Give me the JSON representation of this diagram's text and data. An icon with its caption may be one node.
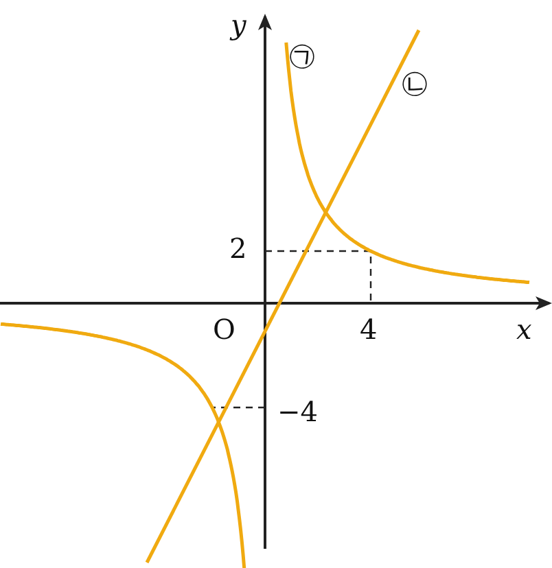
{
  "diagram": {
    "labels": [
      "y",
      "㉠",
      "㉡",
      "2",
      "4",
      "x",
      "O",
      "−4"
    ]
  }
}
